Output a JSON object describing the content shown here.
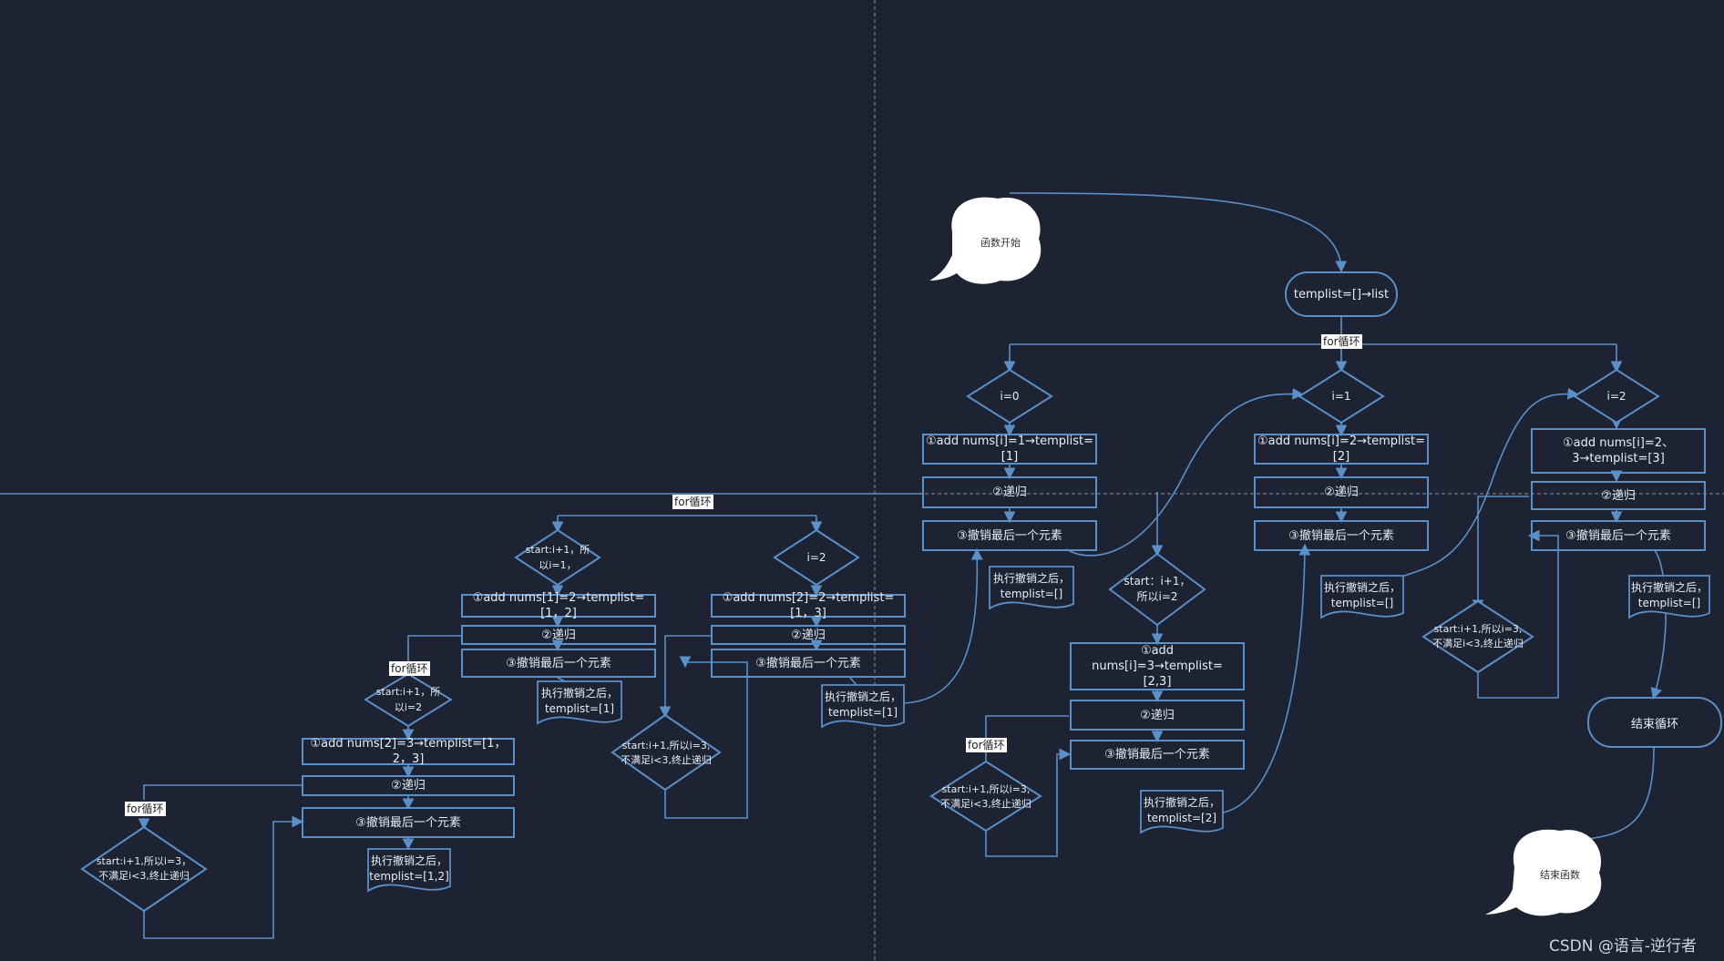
{
  "start_label": "函数开始",
  "end_label": "结束函数",
  "watermark": "CSDN @语言-逆行者",
  "top": {
    "init": "templist=[]→list",
    "loop_label": "for循环",
    "end_loop": "结束循环",
    "branches": [
      {
        "cond": "i=0",
        "add": "①add nums[i]=1→templist=[1]",
        "recurse": "②递归",
        "undo": "③撤销最后一个元素",
        "after": "执行撤销之后，templist=[]"
      },
      {
        "cond": "i=1",
        "add": "①add nums[i]=2→templist=[2]",
        "recurse": "②递归",
        "undo": "③撤销最后一个元素",
        "after": "执行撤销之后，templist=[]"
      },
      {
        "cond": "i=2",
        "add": "①add nums[i]=2、3→templist=[3]",
        "recurse": "②递归",
        "undo": "③撤销最后一个元素",
        "after": "执行撤销之后，templist=[]"
      }
    ]
  },
  "left": {
    "loop_label": "for循环",
    "b1": {
      "cond": "start:i+1，所以i=1，",
      "add": "①add nums[1]=2→templist=[1，2]",
      "recurse": "②递归",
      "undo": "③撤销最后一个元素",
      "after": "执行撤销之后，templist=[1]"
    },
    "b2": {
      "cond": "i=2",
      "add": "①add nums[2]=2→templist=[1，3]",
      "recurse": "②递归",
      "undo": "③撤销最后一个元素",
      "after": "执行撤销之后，templist=[1]"
    },
    "b2_stop": "start:i+1,所以i=3,不满足i<3,终止递归",
    "inner": {
      "loop_label": "for循环",
      "cond": "start:i+1，所以i=2",
      "add": "①add nums[2]=3→templist=[1，2，3]",
      "recurse": "②递归",
      "undo": "③撤销最后一个元素",
      "after": "执行撤销之后，templist=[1,2]"
    },
    "deep": {
      "loop_label": "for循环",
      "stop": "start:i+1,所以i=3，不满足i<3,终止递归"
    }
  },
  "middle": {
    "cond": "start：i+1，所以i=2",
    "add": "①add nums[i]=3→templist=[2,3]",
    "recurse": "②递归",
    "undo": "③撤销最后一个元素",
    "after": "执行撤销之后，templist=[2]",
    "loop_label": "for循环",
    "stop": "start:i+1,所以i=3,不满足i<3,终止递归"
  },
  "right_stop": "start:i+1,所以i=3,不满足i<3,终止递归"
}
